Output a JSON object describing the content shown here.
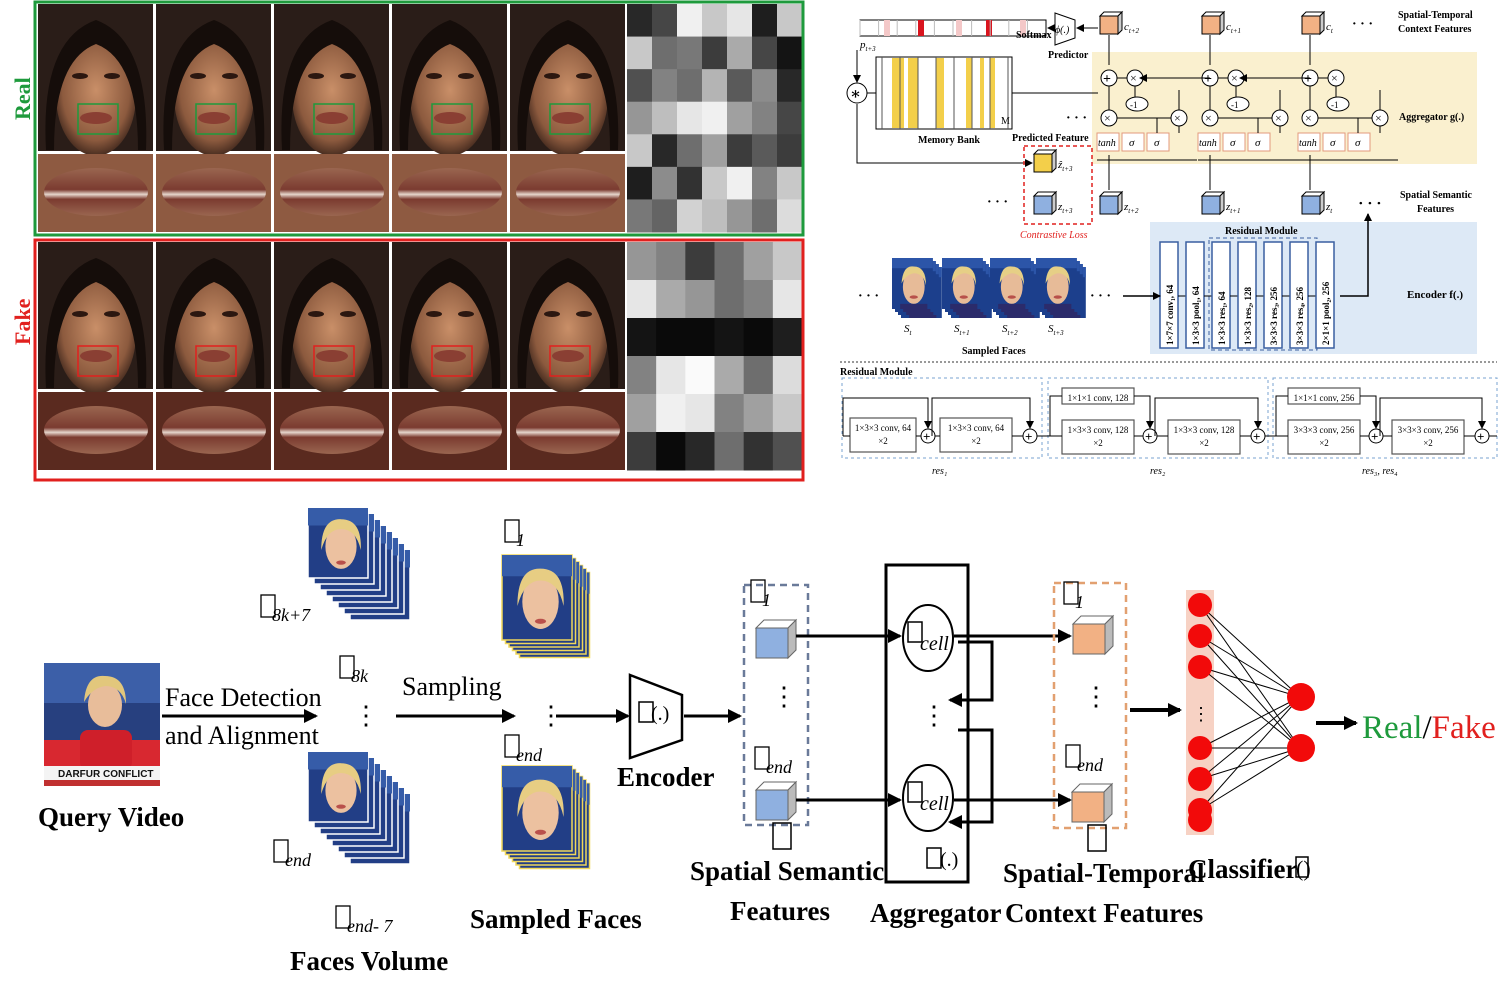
{
  "colors": {
    "real_green": "#1e9a3c",
    "fake_red": "#e1201e",
    "cube_blue": "#8fb0e0",
    "cube_orange": "#f2b184",
    "cube_yellow": "#f3cf4a",
    "agg_panel": "#faf0cf",
    "enc_panel": "#dde9f6",
    "node_red": "#f20a0a",
    "skin": "#b47a57",
    "lip": "#8a3f33"
  },
  "icons": [
    "face-thumbnail-icon",
    "cube-icon",
    "plus-circle-icon",
    "multiply-circle-icon",
    "convolve-icon",
    "neuron-icon"
  ],
  "panel_a": {
    "real_label": "Real",
    "fake_label": "Fake"
  },
  "panel_b": {
    "softmax": "Softmax",
    "phi": "ϕ(.)",
    "predictor": "Predictor",
    "p_t3": "p",
    "memory_bank": "Memory Bank",
    "m_label": "M",
    "predicted_feature": "Predicted Feature",
    "contrastive_loss": "Contrastive Loss",
    "stc_features": "Spatial-Temporal\nContext Features",
    "aggregator": "Aggregator g(.)",
    "ssf": "Spatial Semantic\nFeatures",
    "residual_module_title": "Residual Module",
    "encoder": "Encoder f(.)",
    "sampled_faces": "Sampled Faces",
    "cell_gates": [
      "tanh",
      "σ",
      "σ"
    ],
    "neg_one": "-1",
    "c_labels": [
      "c",
      "c",
      "c"
    ],
    "c_subs": [
      "t+2",
      "t+1",
      "t"
    ],
    "z_labels": [
      "z",
      "z",
      "z"
    ],
    "z_subs": [
      "t+2",
      "t+1",
      "t"
    ],
    "zhat_sub": "t+3",
    "z3_sub": "t+3",
    "s_subs": [
      "t",
      "t+1",
      "t+2",
      "t+3"
    ],
    "encoder_layers": [
      "1×7×7 conv₁, 64",
      "1×3×3 pool₁, 64",
      "1×3×3 res₁, 64",
      "1×3×3 res₂, 128",
      "3×3×3 res₃, 256",
      "3×3×3 res₄, 256",
      "2×1×1 pool₂, 256"
    ],
    "ellipsis": "…"
  },
  "residual": {
    "title": "Residual Module",
    "res1_a": "1×3×3 conv, 64\n×2",
    "res1_b": "1×3×3 conv, 64\n×2",
    "res2_skip": "1×1×1 conv, 128",
    "res2_a": "1×3×3 conv, 128\n×2",
    "res2_b": "1×3×3 conv, 128\n×2",
    "res3_skip": "1×1×1 conv, 256",
    "res3_a": "3×3×3 conv, 256\n×2",
    "res3_b": "3×3×3 conv, 256\n×2",
    "res1_label": "res₁",
    "res2_label": "res₂",
    "res34_label": "res₃, res₄"
  },
  "panel_c": {
    "query_video": "Query Video",
    "darfur": "DARFUR CONFLICT",
    "face_detection": "Face Detection\nand Alignment",
    "sampling": "Sampling",
    "faces_volume": "Faces Volume",
    "sampled_faces": "Sampled Faces",
    "encoder": "Encoder",
    "encoder_fn": "(.)",
    "ssf": "Spatial Semantic\nFeatures",
    "aggregator": "Aggregator",
    "agg_fn": "(.)",
    "stc": "Spatial-Temporal\nContext Features",
    "classifier": "Classifier",
    "cls_fn": "()",
    "cell": "cell",
    "real": "Real",
    "slash": "/",
    "fake": "Fake",
    "idx_8k7": "8k+7",
    "idx_8k": "8k",
    "idx_end": "end",
    "idx_end7": "end- 7",
    "idx_1": "1",
    "dots": "⋮"
  }
}
